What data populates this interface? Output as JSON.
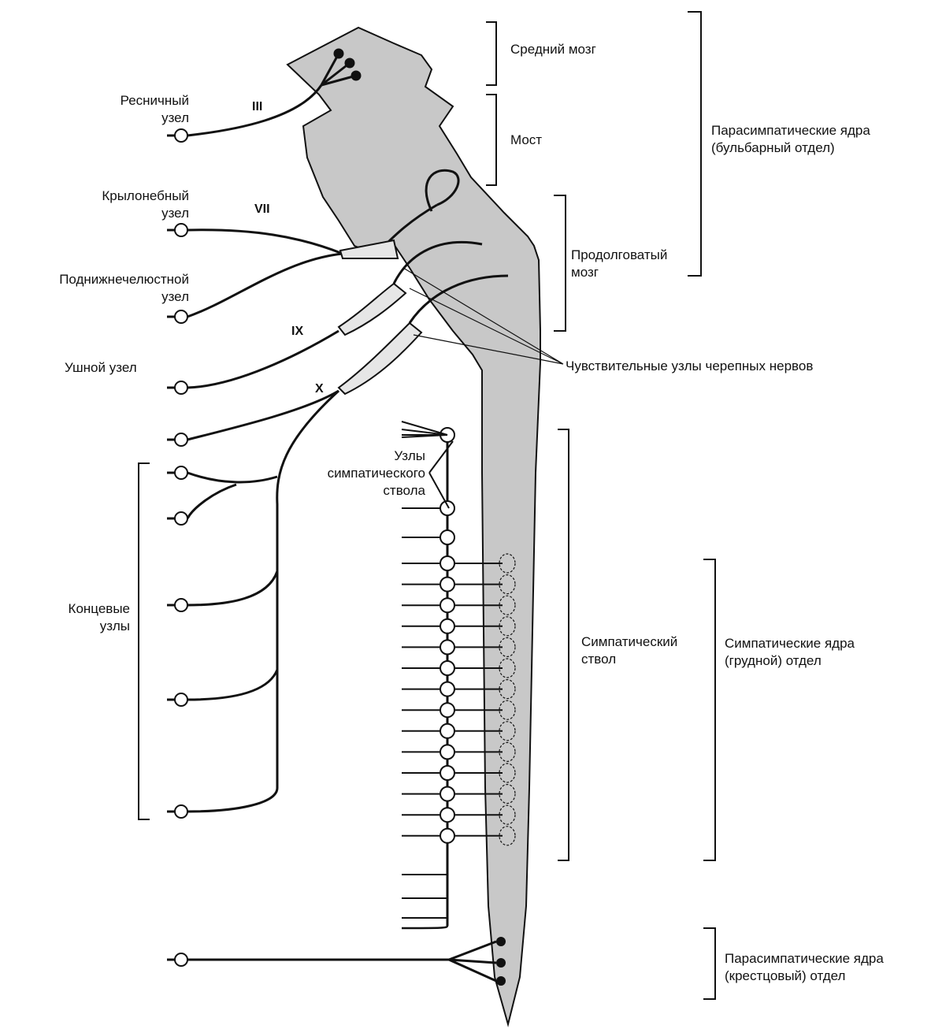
{
  "labels": {
    "midbrain": "Средний мозг",
    "pons": "Мост",
    "medulla": [
      "Продолговатый",
      "мозг"
    ],
    "parasym_bulbar": [
      "Парасимпатические ядра",
      "(бульбарный отдел)"
    ],
    "ciliary": [
      "Ресничный",
      "узел"
    ],
    "pterygopalatine": [
      "Крылонебный",
      "узел"
    ],
    "submandibular": [
      "Поднижнечелюстной",
      "узел"
    ],
    "otic": "Ушной узел",
    "sensory_ganglia": "Чувствительные узлы черепных нервов",
    "trunk_ganglia": [
      "Узлы",
      "симпатического",
      "ствола"
    ],
    "terminal": [
      "Концевые",
      "узлы"
    ],
    "sym_trunk": [
      "Симпатический",
      "ствол"
    ],
    "sym_thoracic": [
      "Симпатические ядра",
      "(грудной)  отдел"
    ],
    "parasym_sacral": [
      "Парасимпатические ядра",
      "(крестцовый) отдел"
    ]
  },
  "nerves": {
    "III": "III",
    "VII": "VII",
    "IX": "IX",
    "X": "X"
  },
  "colors": {
    "ink": "#111111",
    "brain_fill": "#c8c8c8",
    "ganglion_fill": "#e6e6e6"
  }
}
